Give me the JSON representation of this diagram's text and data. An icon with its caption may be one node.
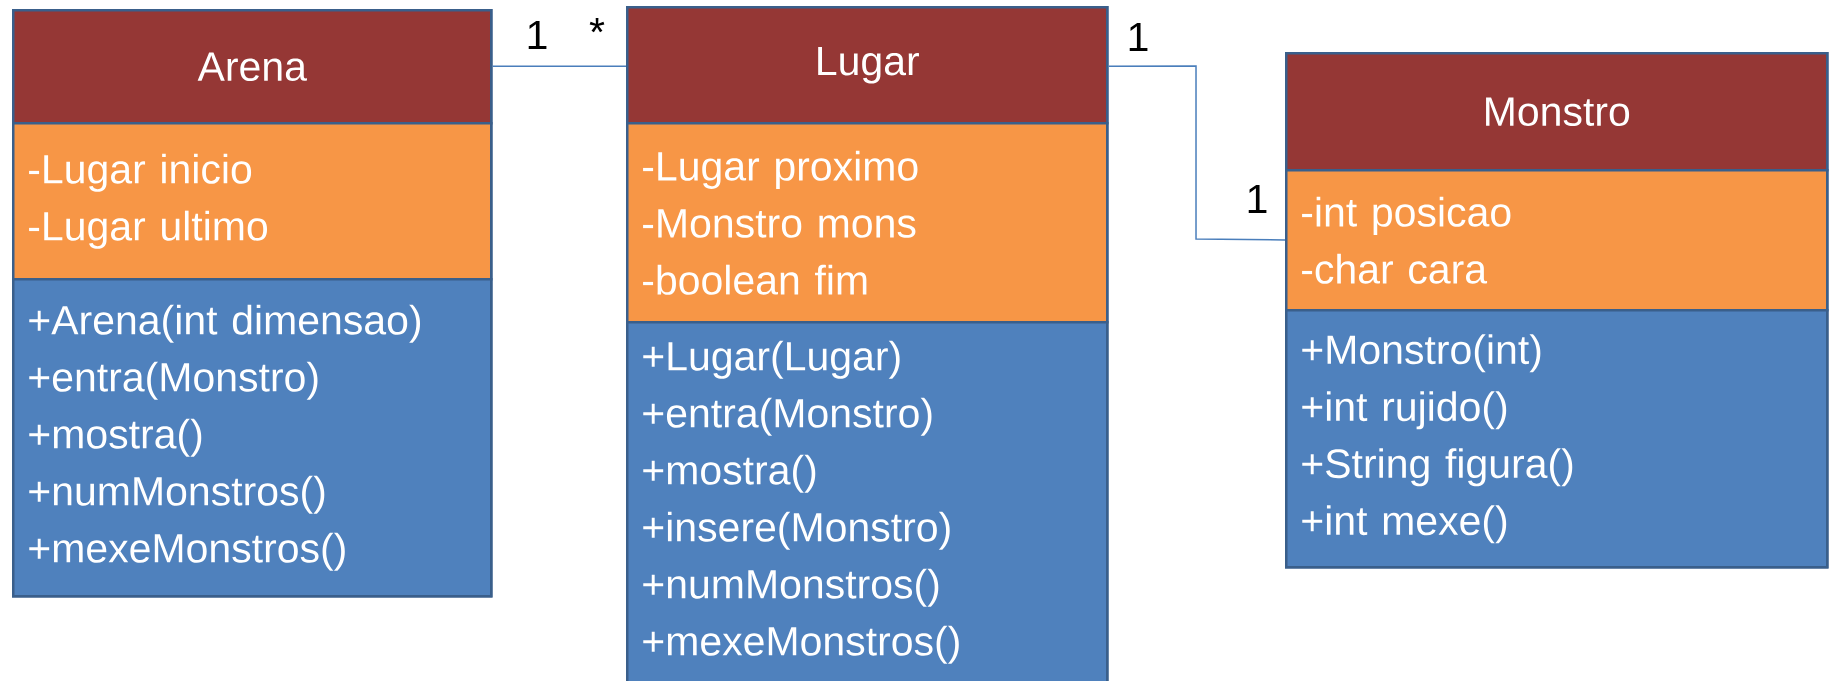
{
  "diagram": {
    "nodes": [
      {
        "text": [],
        "shape": "box"
      },
      {
        "text": [
          "Arena"
        ],
        "in": 0
      },
      {
        "text": [
          "-Lugar inicio",
          "-Lugar ultimo"
        ],
        "in": 0
      },
      {
        "text": [
          "+Arena(int dimensao)",
          "+entra(Monstro)",
          "+mostra()",
          "+numMonstros()",
          "+mexeMonstros()"
        ],
        "in": 0
      },
      {
        "text": [],
        "shape": "box"
      },
      {
        "text": [
          "Lugar"
        ],
        "in": 4
      },
      {
        "text": [
          "-Lugar proximo",
          "-Monstro mons",
          "-boolean fim"
        ],
        "in": 4
      },
      {
        "text": [
          "+Lugar(Lugar)",
          "+entra(Monstro)",
          "+mostra()",
          "+insere(Monstro)",
          "+numMonstros()",
          "+mexeMonstros()"
        ],
        "in": 4
      },
      {
        "text": [],
        "shape": "box"
      },
      {
        "text": [
          "Monstro"
        ],
        "in": 8
      },
      {
        "text": [
          "-int posicao",
          "-char cara"
        ],
        "in": 8
      },
      {
        "text": [
          "+Monstro(int)",
          "+int rujido()",
          "+String figura()",
          "+int mexe()"
        ],
        "in": 8
      }
    ],
    "edges": [
      {
        "from": 0,
        "to": 4,
        "arrow": "none"
      },
      {
        "from": 4,
        "to": 8,
        "arrow": "none"
      }
    ],
    "labels": [
      "1",
      "*",
      "1",
      "1"
    ]
  }
}
